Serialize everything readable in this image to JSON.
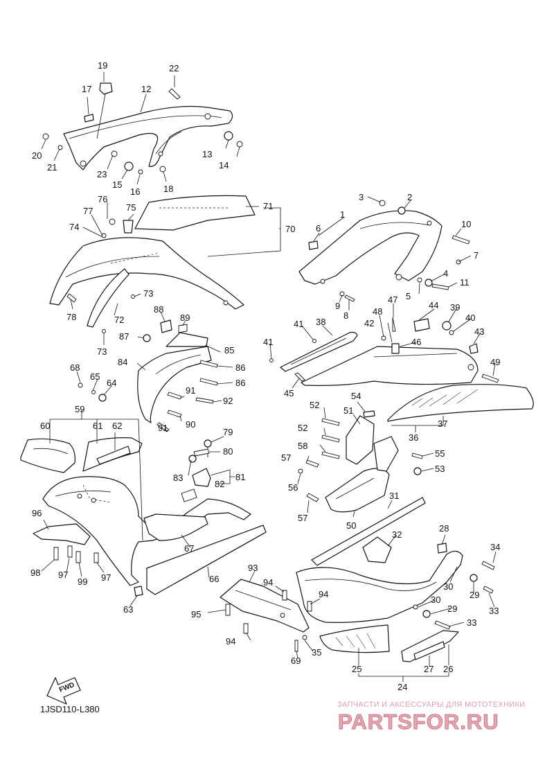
{
  "diagram_code": "1JSD110-L380",
  "forward_arrow_label": "FWD",
  "watermark": {
    "tagline": "ЗАПЧАСТИ И АКСЕССУАРЫ ДЛЯ МОТОТЕХНИКИ",
    "brand": "PARTSFOR.RU"
  },
  "callouts": [
    {
      "id": "c19",
      "text": "19"
    },
    {
      "id": "c17",
      "text": "17"
    },
    {
      "id": "c12",
      "text": "12"
    },
    {
      "id": "c22",
      "text": "22"
    },
    {
      "id": "c20",
      "text": "20"
    },
    {
      "id": "c21",
      "text": "21"
    },
    {
      "id": "c23",
      "text": "23"
    },
    {
      "id": "c15",
      "text": "15"
    },
    {
      "id": "c16",
      "text": "16"
    },
    {
      "id": "c18",
      "text": "18"
    },
    {
      "id": "c13",
      "text": "13"
    },
    {
      "id": "c14",
      "text": "14"
    },
    {
      "id": "c76",
      "text": "76"
    },
    {
      "id": "c77",
      "text": "77"
    },
    {
      "id": "c75",
      "text": "75"
    },
    {
      "id": "c74",
      "text": "74"
    },
    {
      "id": "c71",
      "text": "71"
    },
    {
      "id": "c70",
      "text": "70"
    },
    {
      "id": "c73a",
      "text": "73"
    },
    {
      "id": "c78",
      "text": "78"
    },
    {
      "id": "c72",
      "text": "72"
    },
    {
      "id": "c73b",
      "text": "73"
    },
    {
      "id": "c3",
      "text": "3"
    },
    {
      "id": "c2",
      "text": "2"
    },
    {
      "id": "c1",
      "text": "1"
    },
    {
      "id": "c6",
      "text": "6"
    },
    {
      "id": "c10",
      "text": "10"
    },
    {
      "id": "c7",
      "text": "7"
    },
    {
      "id": "c4",
      "text": "4"
    },
    {
      "id": "c5",
      "text": "5"
    },
    {
      "id": "c11",
      "text": "11"
    },
    {
      "id": "c9",
      "text": "9"
    },
    {
      "id": "c8",
      "text": "8"
    },
    {
      "id": "c47",
      "text": "47"
    },
    {
      "id": "c48",
      "text": "48"
    },
    {
      "id": "c44",
      "text": "44"
    },
    {
      "id": "c39",
      "text": "39"
    },
    {
      "id": "c40",
      "text": "40"
    },
    {
      "id": "c41a",
      "text": "41"
    },
    {
      "id": "c38",
      "text": "38"
    },
    {
      "id": "c42",
      "text": "42"
    },
    {
      "id": "c46",
      "text": "46"
    },
    {
      "id": "c43",
      "text": "43"
    },
    {
      "id": "c41b",
      "text": "41"
    },
    {
      "id": "c49",
      "text": "49"
    },
    {
      "id": "c45",
      "text": "45"
    },
    {
      "id": "c88",
      "text": "88"
    },
    {
      "id": "c89",
      "text": "89"
    },
    {
      "id": "c87",
      "text": "87"
    },
    {
      "id": "c85",
      "text": "85"
    },
    {
      "id": "c84",
      "text": "84"
    },
    {
      "id": "c86a",
      "text": "86"
    },
    {
      "id": "c68",
      "text": "68"
    },
    {
      "id": "c65",
      "text": "65"
    },
    {
      "id": "c64",
      "text": "64"
    },
    {
      "id": "c86b",
      "text": "86"
    },
    {
      "id": "c92",
      "text": "92"
    },
    {
      "id": "c91a",
      "text": "91"
    },
    {
      "id": "c90",
      "text": "90"
    },
    {
      "id": "c91b",
      "text": "91"
    },
    {
      "id": "c59",
      "text": "59"
    },
    {
      "id": "c60",
      "text": "60"
    },
    {
      "id": "c61",
      "text": "61"
    },
    {
      "id": "c62",
      "text": "62"
    },
    {
      "id": "c79",
      "text": "79"
    },
    {
      "id": "c80",
      "text": "80"
    },
    {
      "id": "c83",
      "text": "83"
    },
    {
      "id": "c81",
      "text": "81"
    },
    {
      "id": "c82",
      "text": "82"
    },
    {
      "id": "c54",
      "text": "54"
    },
    {
      "id": "c52a",
      "text": "52"
    },
    {
      "id": "c51",
      "text": "51"
    },
    {
      "id": "c52b",
      "text": "52"
    },
    {
      "id": "c58",
      "text": "58"
    },
    {
      "id": "c57a",
      "text": "57"
    },
    {
      "id": "c55",
      "text": "55"
    },
    {
      "id": "c53",
      "text": "53"
    },
    {
      "id": "c56",
      "text": "56"
    },
    {
      "id": "c57b",
      "text": "57"
    },
    {
      "id": "c50",
      "text": "50"
    },
    {
      "id": "c36",
      "text": "36"
    },
    {
      "id": "c37",
      "text": "37"
    },
    {
      "id": "c31",
      "text": "31"
    },
    {
      "id": "c32",
      "text": "32"
    },
    {
      "id": "c96",
      "text": "96"
    },
    {
      "id": "c98",
      "text": "98"
    },
    {
      "id": "c97a",
      "text": "97"
    },
    {
      "id": "c99",
      "text": "99"
    },
    {
      "id": "c97b",
      "text": "97"
    },
    {
      "id": "c67",
      "text": "67"
    },
    {
      "id": "c66",
      "text": "66"
    },
    {
      "id": "c63",
      "text": "63"
    },
    {
      "id": "c93",
      "text": "93"
    },
    {
      "id": "c94a",
      "text": "94"
    },
    {
      "id": "c94b",
      "text": "94"
    },
    {
      "id": "c95",
      "text": "95"
    },
    {
      "id": "c94c",
      "text": "94"
    },
    {
      "id": "c69",
      "text": "69"
    },
    {
      "id": "c35",
      "text": "35"
    },
    {
      "id": "c28",
      "text": "28"
    },
    {
      "id": "c34",
      "text": "34"
    },
    {
      "id": "c30a",
      "text": "30"
    },
    {
      "id": "c29a",
      "text": "29"
    },
    {
      "id": "c33a",
      "text": "33"
    },
    {
      "id": "c30b",
      "text": "30"
    },
    {
      "id": "c29b",
      "text": "29"
    },
    {
      "id": "c33b",
      "text": "33"
    },
    {
      "id": "c25",
      "text": "25"
    },
    {
      "id": "c27",
      "text": "27"
    },
    {
      "id": "c26",
      "text": "26"
    },
    {
      "id": "c24",
      "text": "24"
    }
  ]
}
